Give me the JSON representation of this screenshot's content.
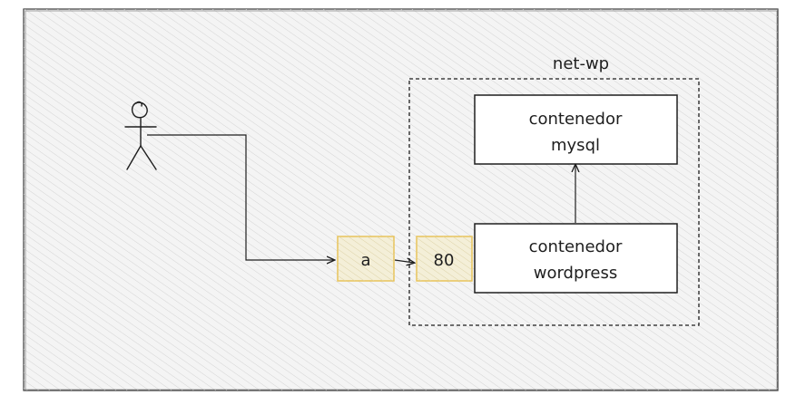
{
  "diagram": {
    "network": {
      "label": "net-wp"
    },
    "ports": [
      {
        "id": "host-port",
        "label": "a"
      },
      {
        "id": "container-port",
        "label": "80"
      }
    ],
    "containers": [
      {
        "id": "mysql",
        "lines": [
          "contenedor",
          "mysql"
        ]
      },
      {
        "id": "wordpress",
        "lines": [
          "contenedor",
          "wordpress"
        ]
      }
    ],
    "actor": {
      "icon": "stick-figure-user-icon"
    },
    "colors": {
      "stroke": "#1e1e1e",
      "port_stroke": "#e8c35a",
      "port_fill": "#f4efd8",
      "canvas_fill": "#f3f3f3",
      "hatch": "#d6d6d6"
    }
  }
}
